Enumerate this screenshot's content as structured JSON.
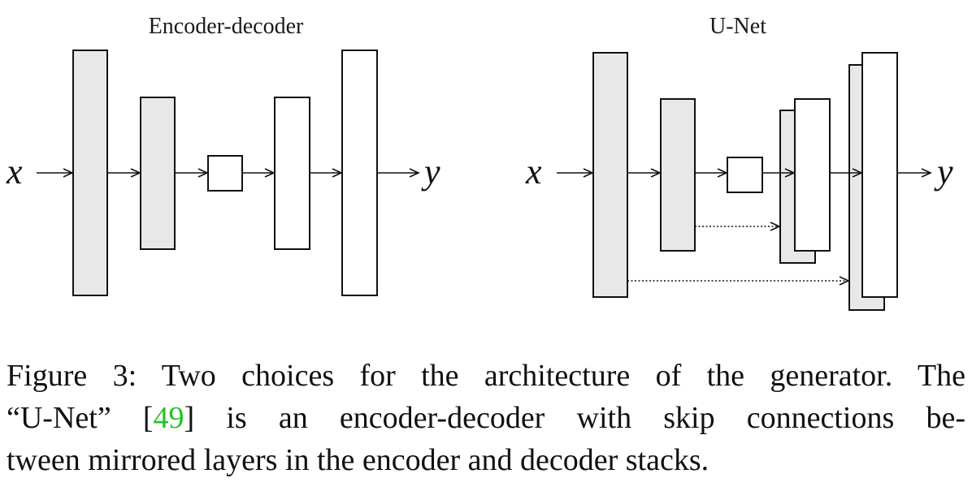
{
  "panels": {
    "left_title": "Encoder-decoder",
    "right_title": "U-Net",
    "input_var": "x",
    "output_var": "y"
  },
  "colors": {
    "encoder_fill": "#e8e8e8",
    "decoder_fill": "#ffffff",
    "stroke": "#111111",
    "citation": "#22c422"
  },
  "caption": {
    "line1": "Figure 3: Two choices for the architecture of the generator. The",
    "line2_open": "“U-Net” [",
    "line2_ref": "49",
    "line2_close": "] is an encoder-decoder with skip connections be-",
    "line3": "tween mirrored layers in the encoder and decoder stacks."
  }
}
